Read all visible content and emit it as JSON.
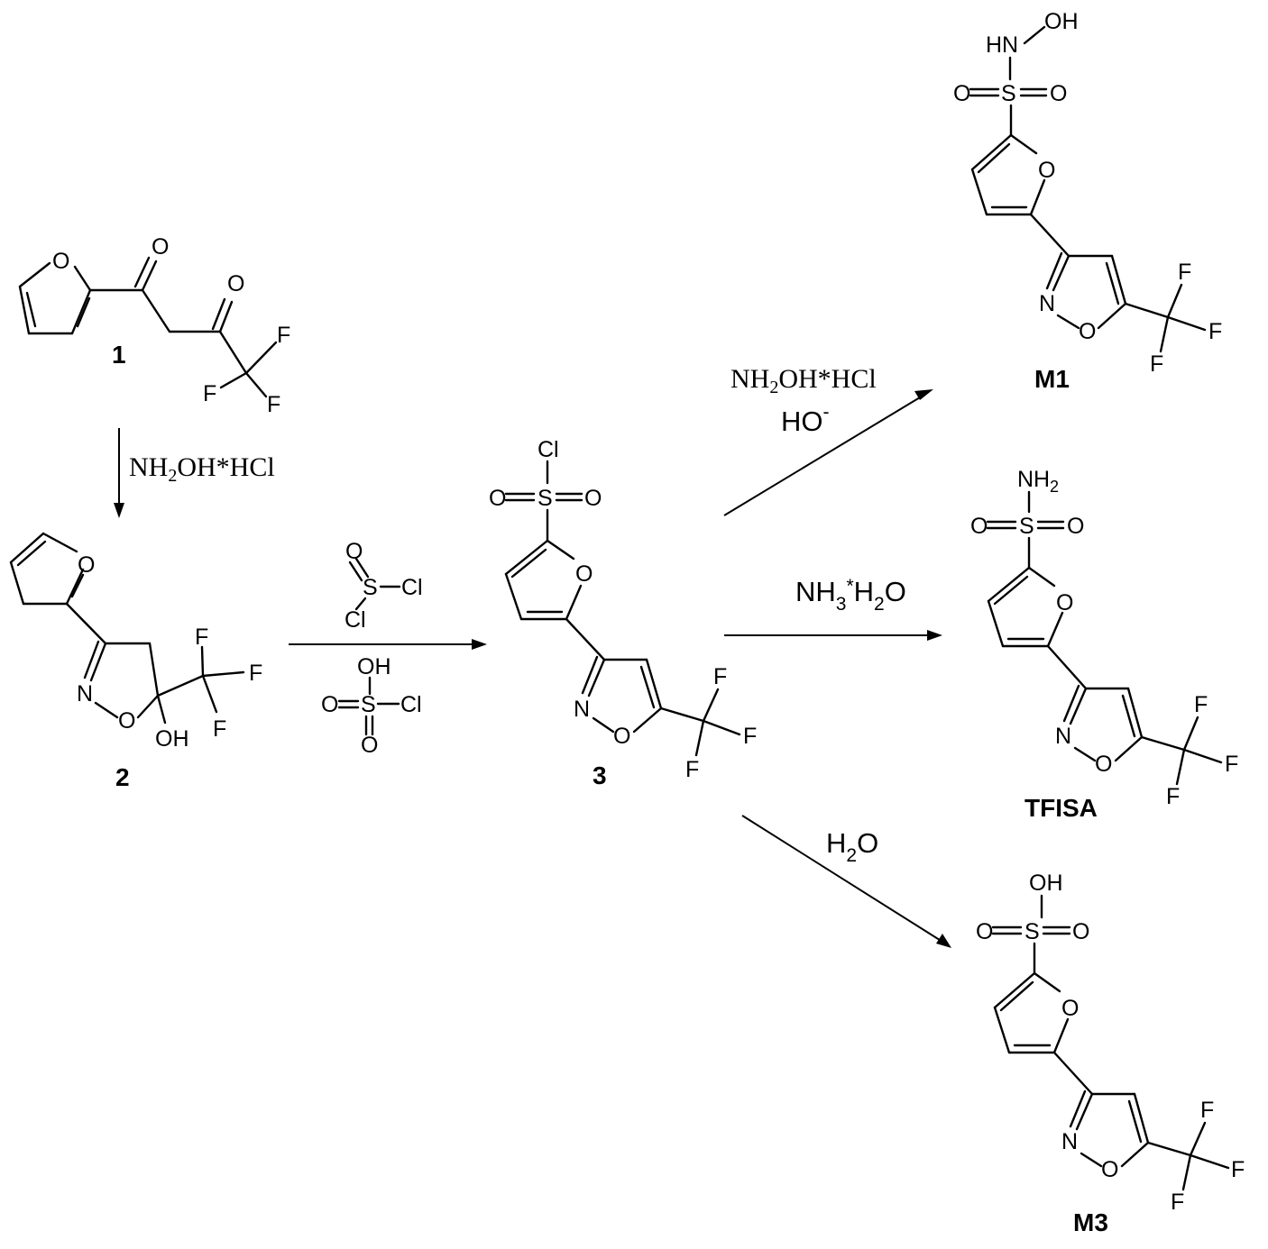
{
  "compounds": {
    "c1": "1",
    "c2": "2",
    "c3": "3",
    "m1": "M1",
    "tfisa": "TFISA",
    "m3": "M3"
  },
  "reagents": {
    "step1": {
      "main": "NH",
      "sub": "2",
      "rest": "OH*HCl"
    },
    "step2_top": {
      "o": "O",
      "s": "S",
      "cl1": "Cl",
      "cl2": "Cl"
    },
    "step2_bottom": {
      "oh": "OH",
      "o1": "O",
      "s": "S",
      "cl": "Cl",
      "o2": "O"
    },
    "to_m1": {
      "main": "NH",
      "sub": "2",
      "rest": "OH*HCl",
      "base": "HO",
      "charge": "-"
    },
    "to_tfisa": {
      "nh": "NH",
      "sub3": "3",
      "star": "*",
      "h": "H",
      "sub2": "2",
      "o": "O"
    },
    "to_m3": {
      "h": "H",
      "sub2": "2",
      "o": "O"
    }
  },
  "atoms": {
    "O": "O",
    "N": "N",
    "F": "F",
    "S": "S",
    "Cl": "Cl",
    "OH": "OH",
    "NH": "NH",
    "NH2": "NH",
    "NH2_sub": "2",
    "HN": "HN"
  }
}
